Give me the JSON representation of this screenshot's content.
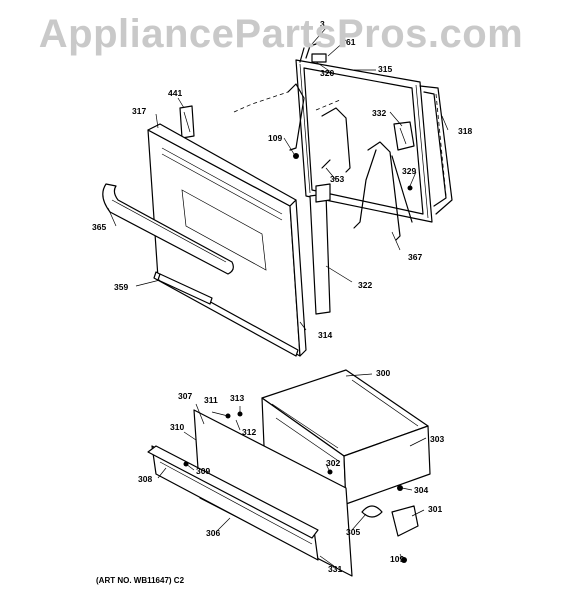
{
  "watermark": "AppliancePartsPros.com",
  "art_number": "(ART NO. WB11647) C2",
  "part_labels": {
    "p3": "3",
    "p61": "61",
    "p315": "315",
    "p320": "320",
    "p318": "318",
    "p332": "332",
    "p329": "329",
    "p441": "441",
    "p317": "317",
    "p109a": "109",
    "p353": "353",
    "p365": "365",
    "p367": "367",
    "p322": "322",
    "p359": "359",
    "p314": "314",
    "p300": "300",
    "p307": "307",
    "p311": "311",
    "p313": "313",
    "p312": "312",
    "p310": "310",
    "p303": "303",
    "p309": "309",
    "p308": "308",
    "p302": "302",
    "p304": "304",
    "p301": "301",
    "p305": "305",
    "p306": "306",
    "p109b": "109",
    "p331": "331"
  }
}
